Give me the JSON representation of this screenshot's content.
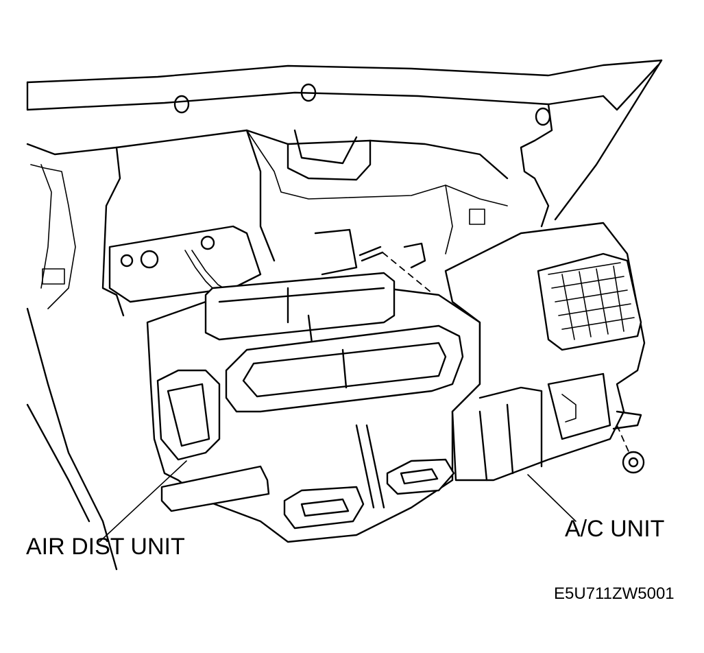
{
  "labels": {
    "air_dist_unit": "AIR DIST UNIT",
    "ac_unit": "A/C UNIT",
    "figure_code": "E5U711ZW5001"
  },
  "colors": {
    "line": "#000000",
    "background": "#ffffff"
  }
}
